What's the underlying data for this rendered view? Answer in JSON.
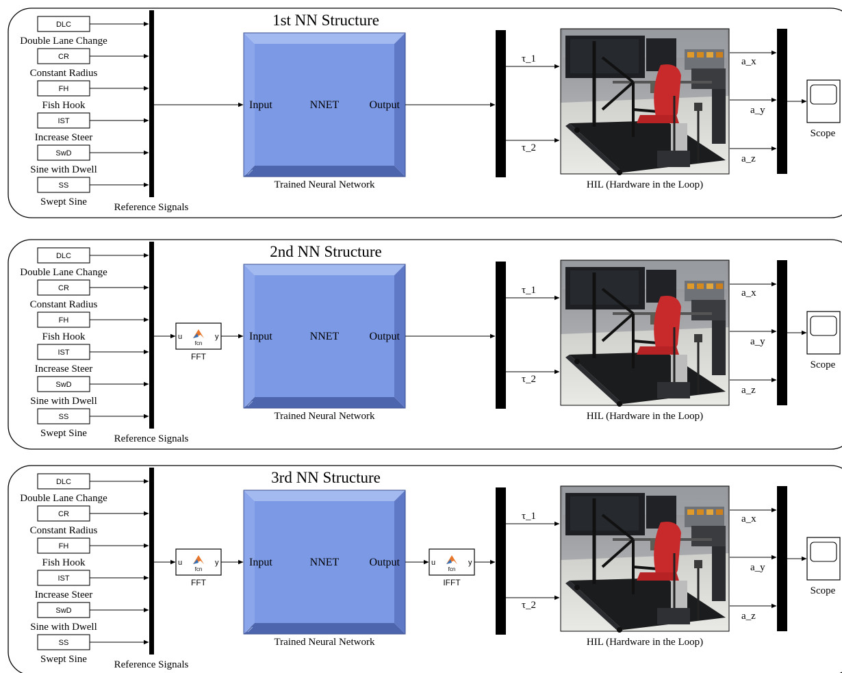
{
  "panels": [
    {
      "title": "1st NN Structure",
      "sources": [
        {
          "block": "DLC",
          "label": "Double Lane Change"
        },
        {
          "block": "CR",
          "label": "Constant Radius"
        },
        {
          "block": "FH",
          "label": "Fish Hook"
        },
        {
          "block": "IST",
          "label": "Increase Steer"
        },
        {
          "block": "SwD",
          "label": "Sine with Dwell"
        },
        {
          "block": "SS",
          "label": "Swept Sine"
        }
      ],
      "mux_label": "Reference Signals",
      "fft": null,
      "nnet": {
        "input": "Input",
        "name": "NNET",
        "output": "Output",
        "label": "Trained Neural Network"
      },
      "ifft": null,
      "torques": [
        "τ_1",
        "τ_2"
      ],
      "hil_label": "HIL (Hardware in the Loop)",
      "accels": [
        "a_x",
        "a_y",
        "a_z"
      ],
      "scope_label": "Scope"
    },
    {
      "title": "2nd NN Structure",
      "sources": [
        {
          "block": "DLC",
          "label": "Double Lane Change"
        },
        {
          "block": "CR",
          "label": "Constant Radius"
        },
        {
          "block": "FH",
          "label": "Fish Hook"
        },
        {
          "block": "IST",
          "label": "Increase Steer"
        },
        {
          "block": "SwD",
          "label": "Sine with Dwell"
        },
        {
          "block": "SS",
          "label": "Swept Sine"
        }
      ],
      "mux_label": "Reference Signals",
      "fft": {
        "in": "u",
        "out": "y",
        "fn": "fcn",
        "label": "FFT"
      },
      "nnet": {
        "input": "Input",
        "name": "NNET",
        "output": "Output",
        "label": "Trained Neural Network"
      },
      "ifft": null,
      "torques": [
        "τ_1",
        "τ_2"
      ],
      "hil_label": "HIL (Hardware in the Loop)",
      "accels": [
        "a_x",
        "a_y",
        "a_z"
      ],
      "scope_label": "Scope"
    },
    {
      "title": "3rd NN Structure",
      "sources": [
        {
          "block": "DLC",
          "label": "Double Lane Change"
        },
        {
          "block": "CR",
          "label": "Constant Radius"
        },
        {
          "block": "FH",
          "label": "Fish Hook"
        },
        {
          "block": "IST",
          "label": "Increase Steer"
        },
        {
          "block": "SwD",
          "label": "Sine with Dwell"
        },
        {
          "block": "SS",
          "label": "Swept Sine"
        }
      ],
      "mux_label": "Reference Signals",
      "fft": {
        "in": "u",
        "out": "y",
        "fn": "fcn",
        "label": "FFT"
      },
      "nnet": {
        "input": "Input",
        "name": "NNET",
        "output": "Output",
        "label": "Trained Neural Network"
      },
      "ifft": {
        "in": "u",
        "out": "y",
        "fn": "fcn",
        "label": "IFFT"
      },
      "torques": [
        "τ_1",
        "τ_2"
      ],
      "hil_label": "HIL (Hardware in the Loop)",
      "accels": [
        "a_x",
        "a_y",
        "a_z"
      ],
      "scope_label": "Scope"
    }
  ],
  "colors": {
    "nnet_face": "#7b9be6",
    "nnet_top": "#9db6f0",
    "nnet_bottom": "#5069b4",
    "nnet_side": "#6a86d2",
    "matlab_orange": "#e8762b",
    "matlab_blue": "#3470b8"
  }
}
